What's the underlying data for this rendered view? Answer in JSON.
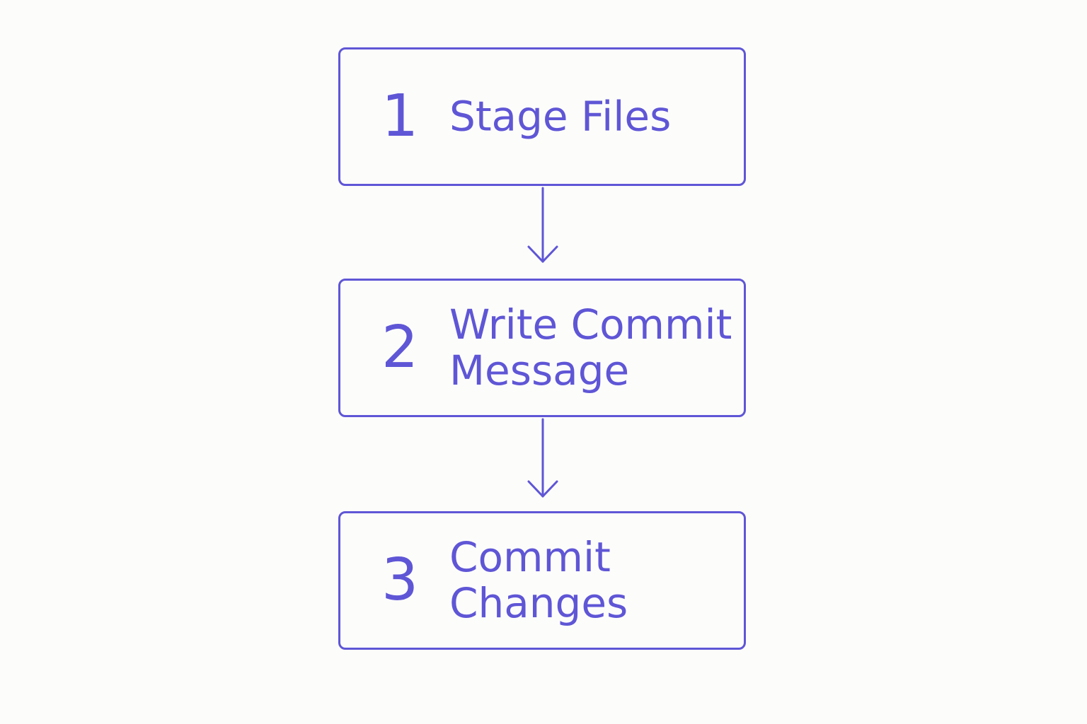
{
  "diagram": {
    "accent_color": "#5f56d6",
    "steps": [
      {
        "number": "1",
        "label_line1": "Stage Files",
        "label_line2": ""
      },
      {
        "number": "2",
        "label_line1": "Write Commit",
        "label_line2": "Message"
      },
      {
        "number": "3",
        "label_line1": "Commit",
        "label_line2": "Changes"
      }
    ]
  }
}
